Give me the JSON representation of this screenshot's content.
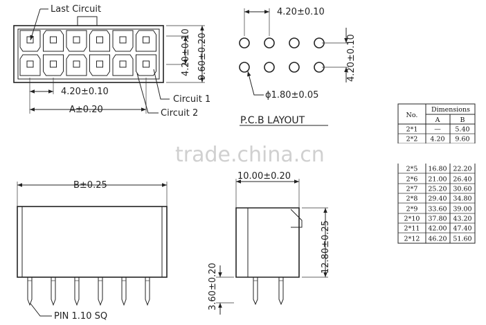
{
  "front_view": {
    "last_circuit": "Last Circuit",
    "pitch_vertical": "4.20±0.10",
    "height_total": "9.60±0.20",
    "pitch_horizontal": "4.20±0.10",
    "dim_a": "A±0.20",
    "circuit_1": "Circuit 1",
    "circuit_2": "Circuit 2"
  },
  "pcb_layout": {
    "pitch_top": "4.20±0.10",
    "pitch_side": "4.20±0.10",
    "hole_dia": "ϕ1.80±0.05",
    "title": "P.C.B LAYOUT"
  },
  "watermark": "trade.china.cn",
  "bottom_view": {
    "dim_b": "B±0.25",
    "pin_label": "PIN 1.10 SQ"
  },
  "side_view": {
    "width": "10.00±0.20",
    "height": "12.80±0.25",
    "pin_length": "3.60±0.20"
  },
  "dimension_table": {
    "col_no": "No.",
    "col_dimensions": "Dimensions",
    "col_a": "A",
    "col_b": "B",
    "rows": [
      {
        "no": "2*1",
        "a": "—",
        "b": "5.40"
      },
      {
        "no": "2*2",
        "a": "4.20",
        "b": "9.60"
      },
      {
        "no": "2*5",
        "a": "16.80",
        "b": "22.20"
      },
      {
        "no": "2*6",
        "a": "21.00",
        "b": "26.40"
      },
      {
        "no": "2*7",
        "a": "25.20",
        "b": "30.60"
      },
      {
        "no": "2*8",
        "a": "29.40",
        "b": "34.80"
      },
      {
        "no": "2*9",
        "a": "33.60",
        "b": "39.00"
      },
      {
        "no": "2*10",
        "a": "37.80",
        "b": "43.20"
      },
      {
        "no": "2*11",
        "a": "42.00",
        "b": "47.40"
      },
      {
        "no": "2*12",
        "a": "46.20",
        "b": "51.60"
      }
    ]
  }
}
